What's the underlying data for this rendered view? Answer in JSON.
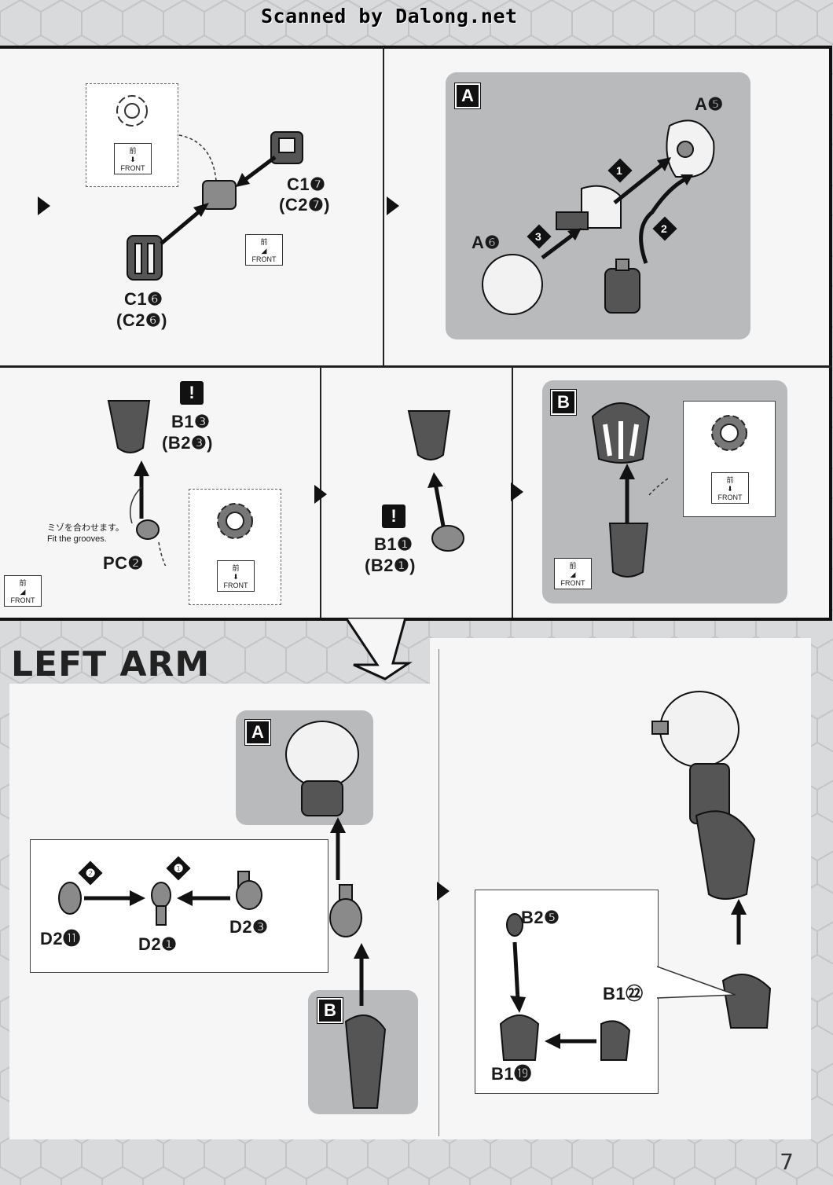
{
  "header": {
    "scanned": "Scanned by Dalong.net"
  },
  "section_title": "LEFT ARM",
  "page_number": "7",
  "front_label": "FRONT",
  "front_kanji": "前",
  "warning_symbol": "!",
  "step1": {
    "parts": {
      "c17": "C1❼",
      "c27": "(C2❼)",
      "c16": "C1❻",
      "c26": "(C2❻)"
    }
  },
  "step2": {
    "tag": "A",
    "parts": {
      "a5": "A❺",
      "a6": "A❻"
    },
    "order": [
      "❶",
      "❷",
      "❸"
    ]
  },
  "step3": {
    "parts": {
      "b13": "B1❸",
      "b23": "(B2❸)",
      "pc2": "PC❷"
    },
    "note_jp": "ミゾを合わせます。",
    "note_en": "Fit the grooves."
  },
  "step4": {
    "parts": {
      "b11": "B1❶",
      "b21": "(B2❶)"
    }
  },
  "step5": {
    "tag": "B"
  },
  "left_arm": {
    "tag_a": "A",
    "tag_b": "B",
    "parts": {
      "d211": "D2⓫",
      "d21": "D2❶",
      "d23": "D2❸"
    },
    "order": [
      "❷",
      "❶"
    ]
  },
  "left_arm_step2": {
    "parts": {
      "b25": "B2❺",
      "b122": "B1㉒",
      "b119": "B1⓳"
    }
  }
}
